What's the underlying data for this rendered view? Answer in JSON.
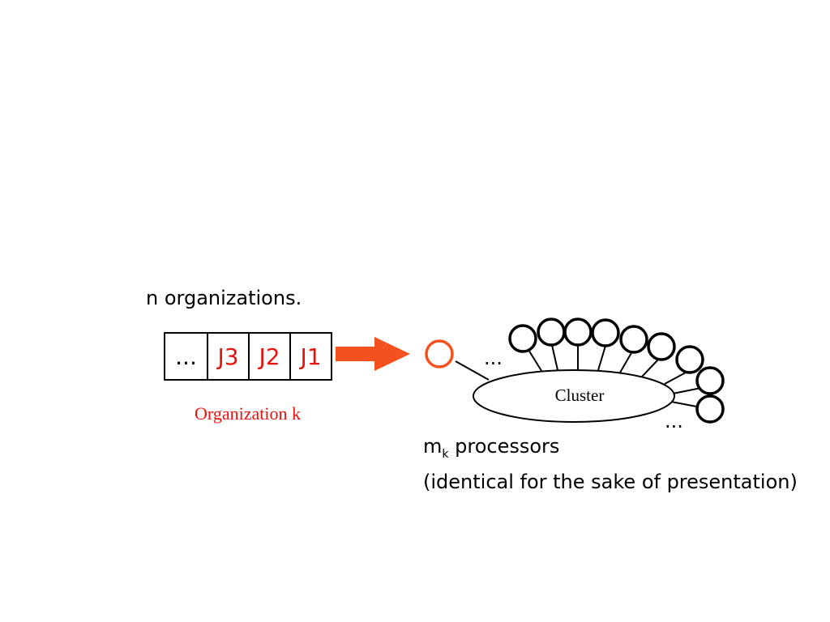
{
  "heading": "n organizations.",
  "queue": {
    "cells": [
      "...",
      "J3",
      "J2",
      "J1"
    ]
  },
  "organization_label": "Organization k",
  "cluster": {
    "label": "Cluster",
    "top_ellipsis": "...",
    "bottom_ellipsis": "..."
  },
  "processors_label": {
    "symbol": "m",
    "subscript": "k",
    "text": " processors",
    "note": "(identical for the sake of presentation)"
  },
  "colors": {
    "accent": "#e8130e",
    "arrow": "#f4511e",
    "ink": "#000000"
  }
}
